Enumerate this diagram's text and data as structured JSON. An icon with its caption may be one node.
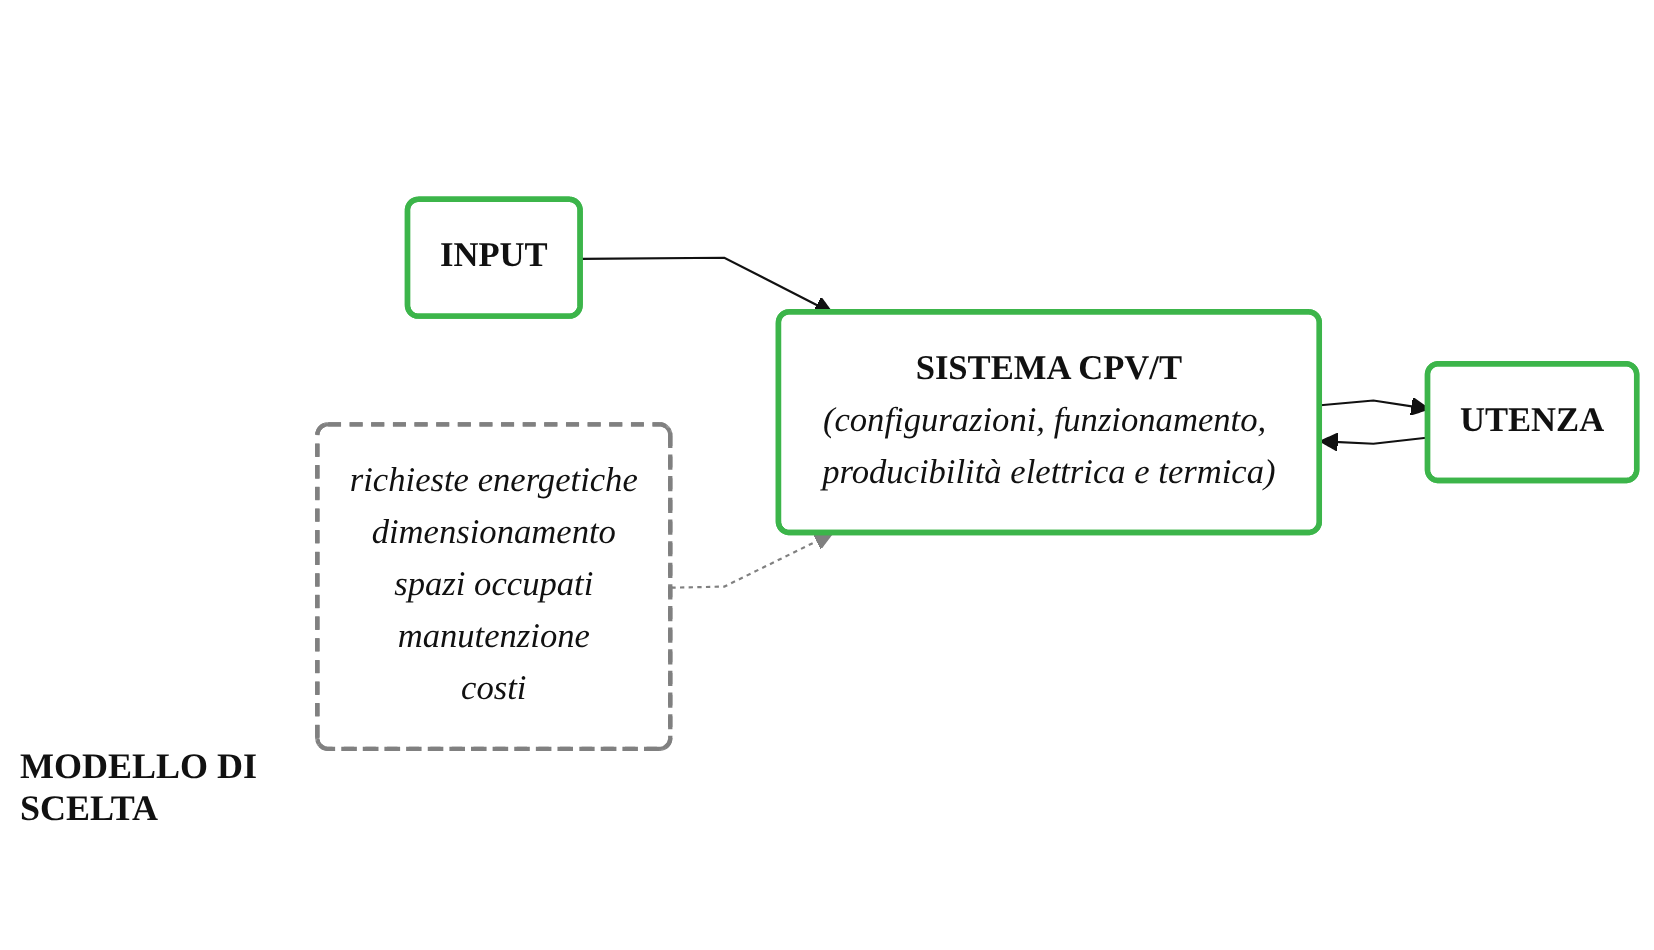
{
  "diagram": {
    "nodes": [
      {
        "text": [
          "INPUT"
        ]
      },
      {
        "text": [
          "SISTEMA CPV/T",
          "(configurazioni, funzionamento, producibilità elettrica e termica)"
        ]
      },
      {
        "text": [
          "UTENZA"
        ]
      },
      {
        "text": [
          "richieste energetiche",
          "dimensionamento",
          "spazi occupati",
          "manutenzione",
          "costi"
        ],
        "beside": [
          "MODELLO DI SCELTA"
        ]
      }
    ],
    "edges": [
      {
        "from": 0,
        "to": 1,
        "arrow": "to"
      },
      {
        "from": 1,
        "to": 2,
        "arrow": "to"
      },
      {
        "from": 2,
        "to": 1,
        "arrow": "to"
      },
      {
        "from": 3,
        "to": 1,
        "arrow": "to",
        "style": "dashed",
        "color": "#808080"
      }
    ]
  }
}
